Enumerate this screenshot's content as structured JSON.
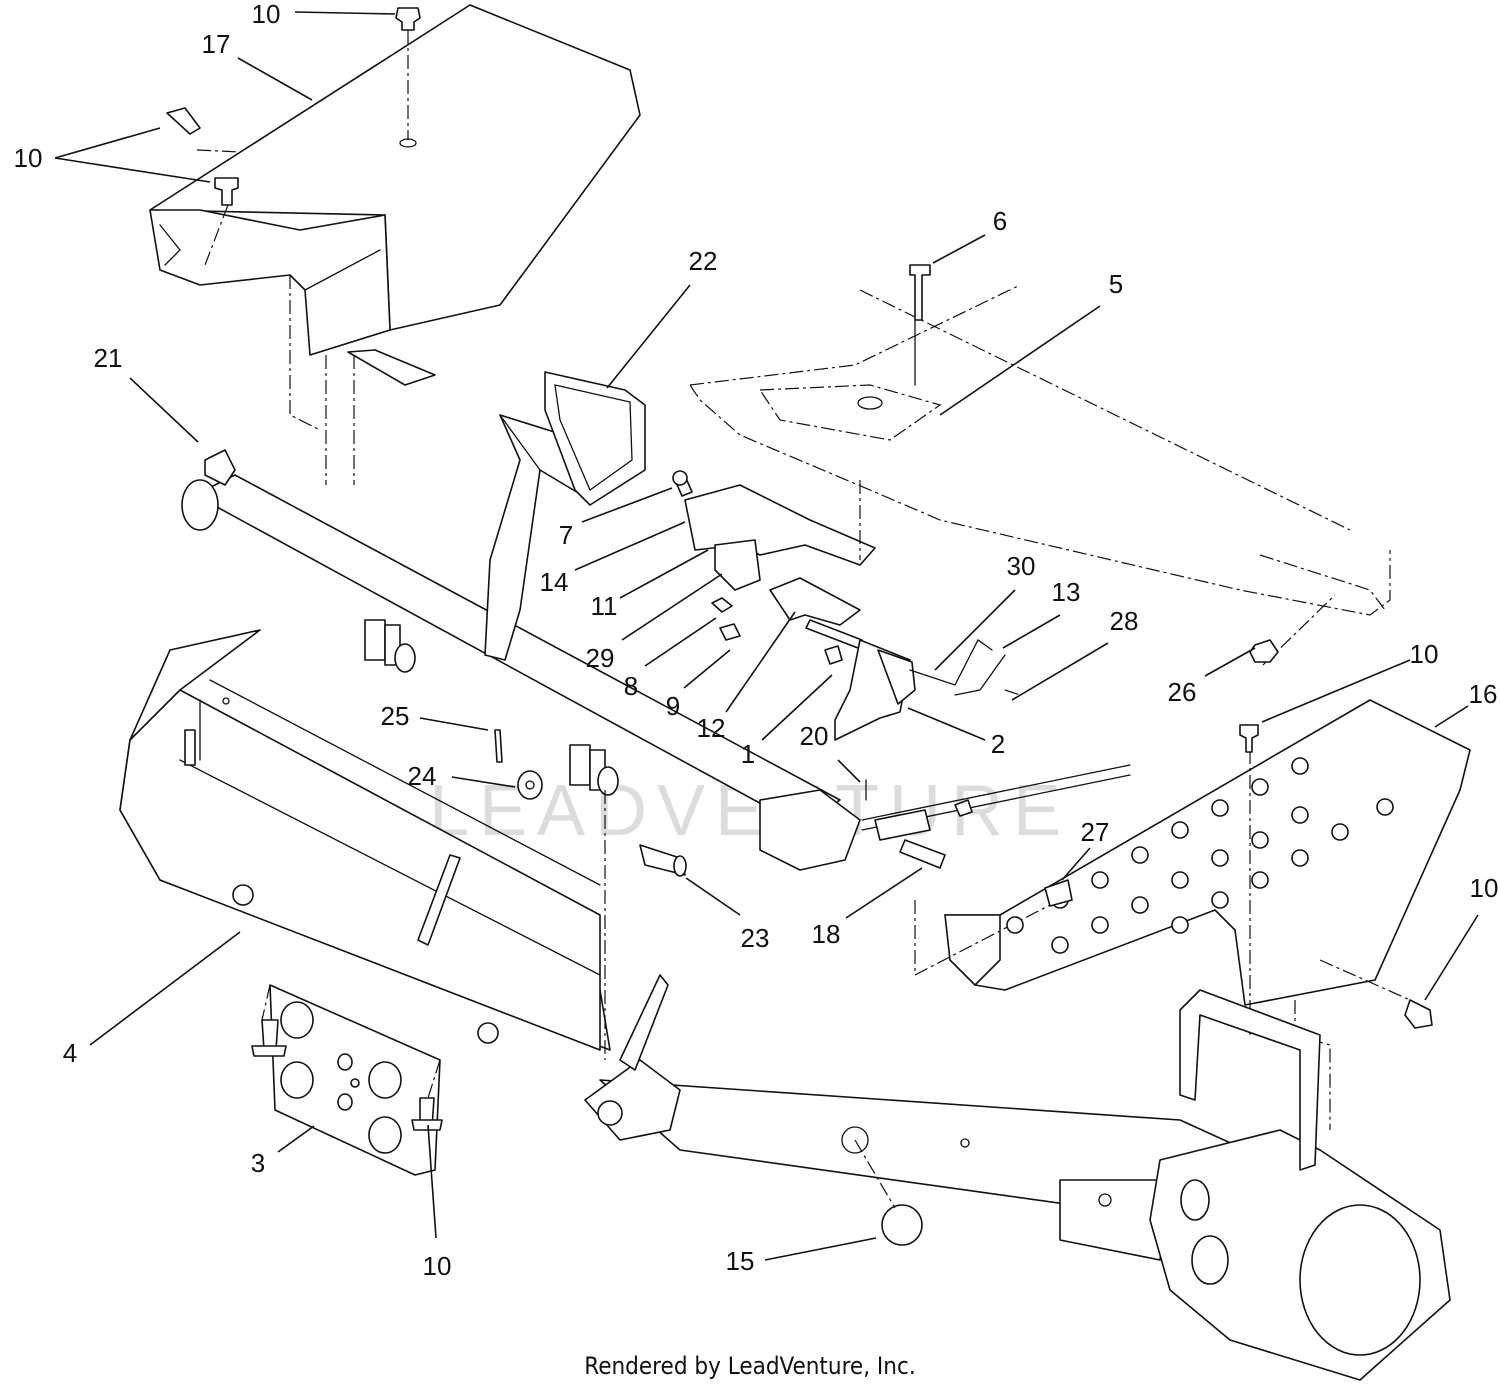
{
  "footer_text": "Rendered by LeadVenture, Inc.",
  "watermark_text": "LEADVENTURE",
  "colors": {
    "line": "#111111",
    "background": "#ffffff",
    "watermark": "#dcdcdc"
  },
  "callouts": [
    {
      "label": "10"
    },
    {
      "label": "17"
    },
    {
      "label": "10"
    },
    {
      "label": "22"
    },
    {
      "label": "6"
    },
    {
      "label": "5"
    },
    {
      "label": "21"
    },
    {
      "label": "7"
    },
    {
      "label": "14"
    },
    {
      "label": "11"
    },
    {
      "label": "29"
    },
    {
      "label": "8"
    },
    {
      "label": "9"
    },
    {
      "label": "12"
    },
    {
      "label": "1"
    },
    {
      "label": "30"
    },
    {
      "label": "13"
    },
    {
      "label": "28"
    },
    {
      "label": "2"
    },
    {
      "label": "26"
    },
    {
      "label": "10"
    },
    {
      "label": "16"
    },
    {
      "label": "25"
    },
    {
      "label": "24"
    },
    {
      "label": "20"
    },
    {
      "label": "27"
    },
    {
      "label": "23"
    },
    {
      "label": "18"
    },
    {
      "label": "4"
    },
    {
      "label": "10"
    },
    {
      "label": "3"
    },
    {
      "label": "10"
    },
    {
      "label": "15"
    }
  ]
}
